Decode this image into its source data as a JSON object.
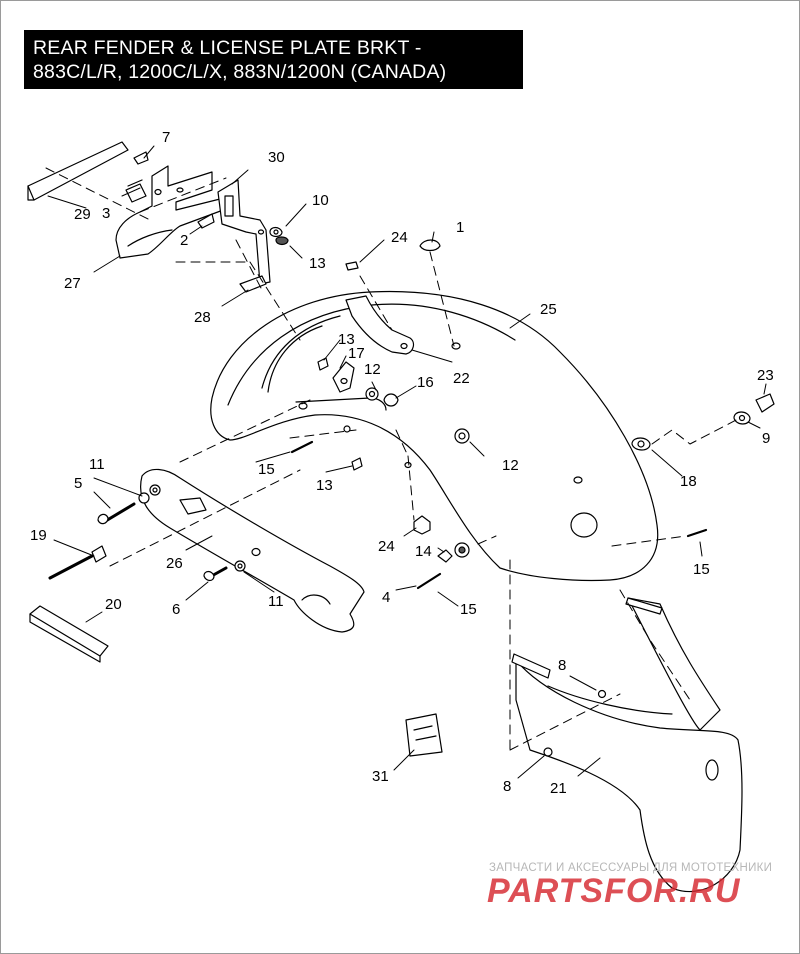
{
  "title": {
    "line1": "REAR FENDER & LICENSE PLATE BRKT -",
    "line2": "883C/L/R, 1200C/L/X, 883N/1200N (CANADA)"
  },
  "callouts": {
    "c1": "1",
    "c2": "2",
    "c3": "3",
    "c4": "4",
    "c5": "5",
    "c6": "6",
    "c7": "7",
    "c8a": "8",
    "c8b": "8",
    "c9": "9",
    "c10": "10",
    "c11a": "11",
    "c11b": "11",
    "c12a": "12",
    "c12b": "12",
    "c13a": "13",
    "c13b": "13",
    "c13c": "13",
    "c14": "14",
    "c15a": "15",
    "c15b": "15",
    "c15c": "15",
    "c16": "16",
    "c17": "17",
    "c18": "18",
    "c19": "19",
    "c20": "20",
    "c21": "21",
    "c22": "22",
    "c23": "23",
    "c24a": "24",
    "c24b": "24",
    "c25": "25",
    "c26": "26",
    "c27": "27",
    "c28": "28",
    "c29": "29",
    "c30": "30",
    "c31": "31"
  },
  "watermark": {
    "tagline": "ЗАПЧАСТИ И АКСЕССУАРЫ ДЛЯ МОТОТЕХНИКИ",
    "brand": "PARTSFOR.RU"
  },
  "colors": {
    "line": "#000000",
    "title_bg": "#000000",
    "title_text": "#ffffff",
    "watermark_brand": "#d62830",
    "watermark_tagline": "#b7b7b7"
  }
}
